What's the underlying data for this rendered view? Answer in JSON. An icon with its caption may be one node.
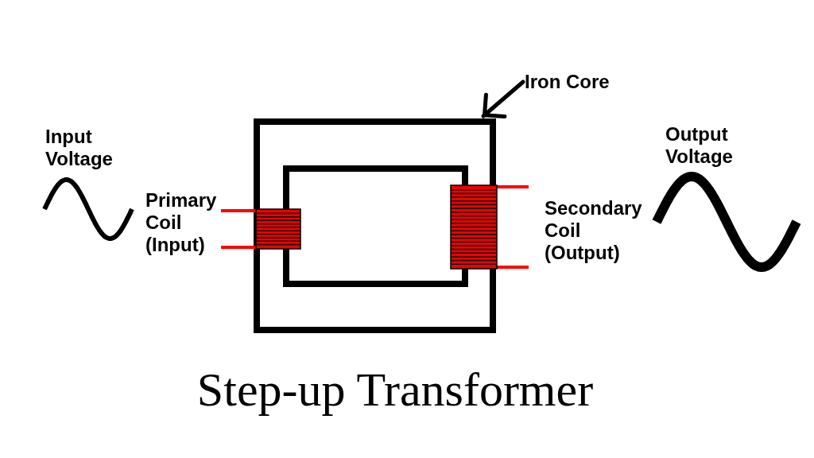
{
  "diagram": {
    "caption": "Step-up Transformer",
    "nodes": [
      {
        "text": [
          "Iron Core"
        ]
      },
      {
        "text": [],
        "shape": "box"
      }
    ],
    "edges": [
      {
        "from": 0,
        "to": 1,
        "arrow": "to"
      }
    ],
    "labels": [
      "Input Voltage",
      "Primary Coil (Input)",
      "Secondary Coil (Output)",
      "Output Voltage"
    ]
  }
}
